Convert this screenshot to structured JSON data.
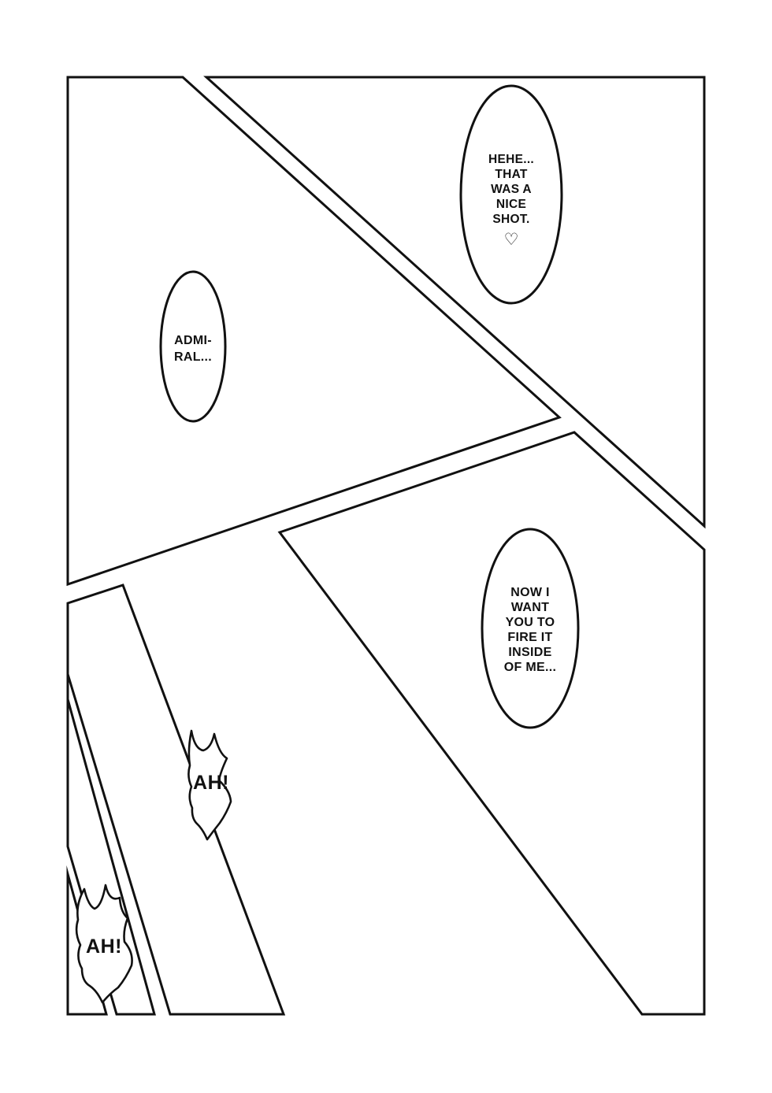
{
  "page": {
    "background_color": "#ffffff",
    "ink_color": "#111111",
    "kind": "comic-page"
  },
  "bubble_hehe": {
    "lines": [
      "HEHE...",
      "THAT",
      "WAS A",
      "NICE",
      "SHOT."
    ],
    "heart": "♡"
  },
  "bubble_admiral": {
    "lines": [
      "ADMI-",
      "RAL..."
    ]
  },
  "bubble_now": {
    "lines": [
      "NOW I",
      "WANT",
      "YOU TO",
      "FIRE IT",
      "INSIDE",
      "OF ME..."
    ]
  },
  "shout_upper": {
    "text": "AH!"
  },
  "shout_lower": {
    "text": "AH!"
  }
}
